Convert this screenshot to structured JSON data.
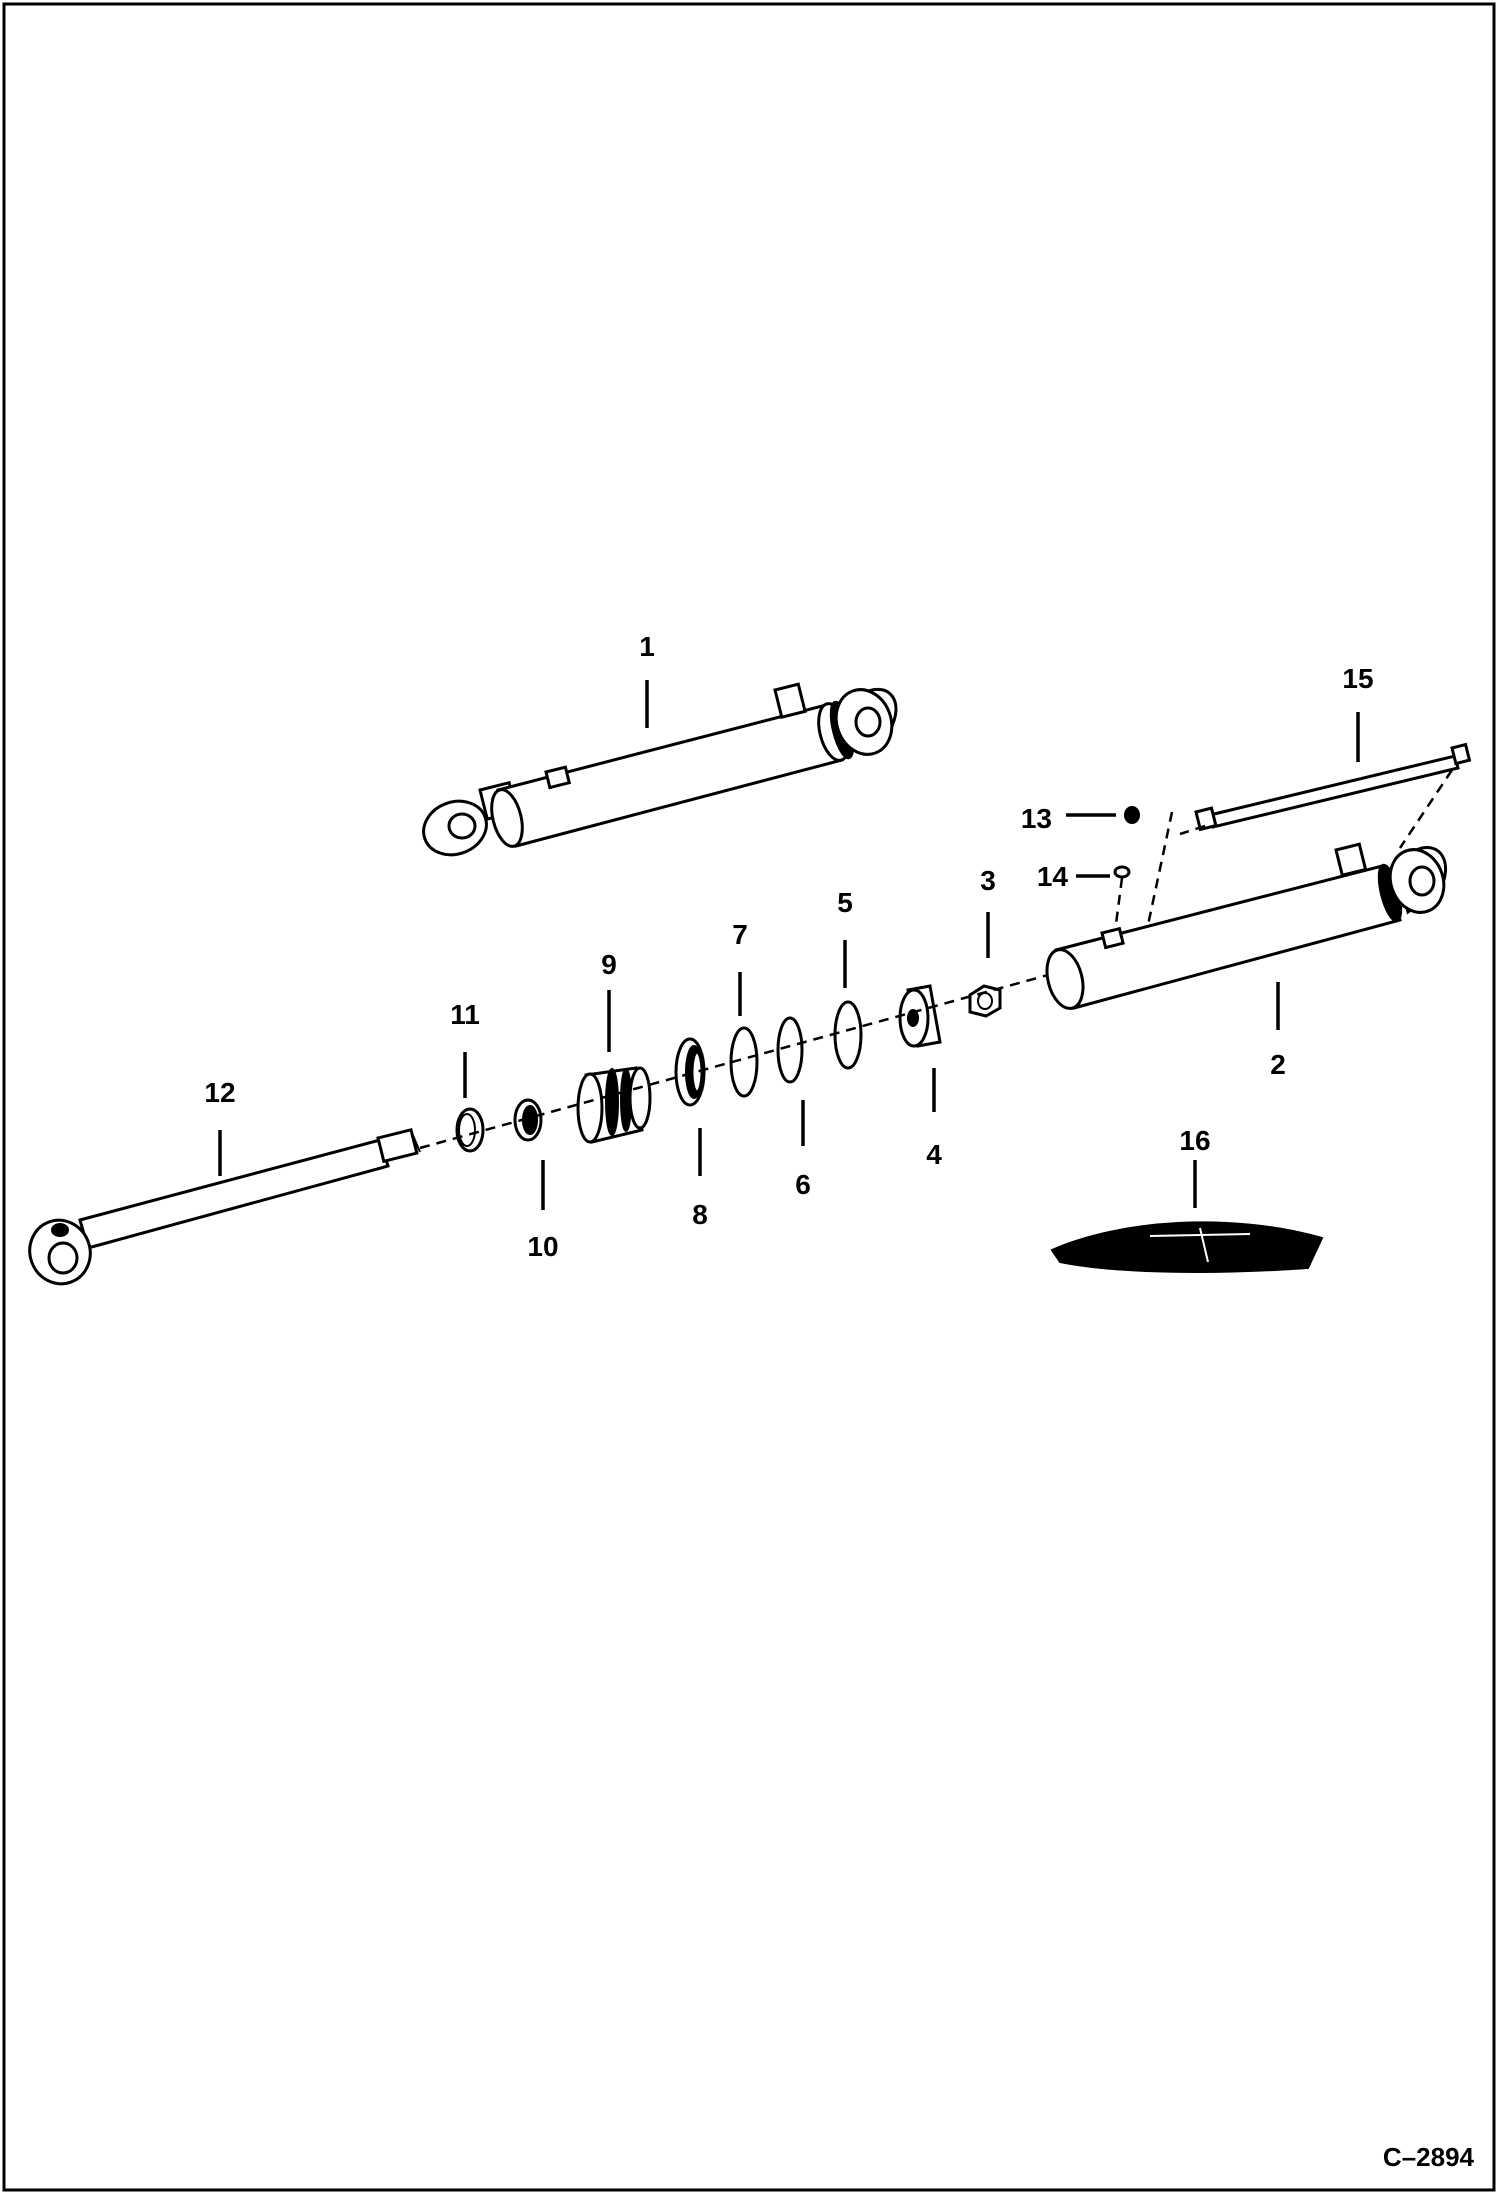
{
  "callouts": {
    "c1": "1",
    "c2": "2",
    "c3": "3",
    "c4": "4",
    "c5": "5",
    "c6": "6",
    "c7": "7",
    "c8": "8",
    "c9": "9",
    "c10": "10",
    "c11": "11",
    "c12": "12",
    "c13": "13",
    "c14": "14",
    "c15": "15",
    "c16": "16"
  },
  "figure_code": "C–2894"
}
